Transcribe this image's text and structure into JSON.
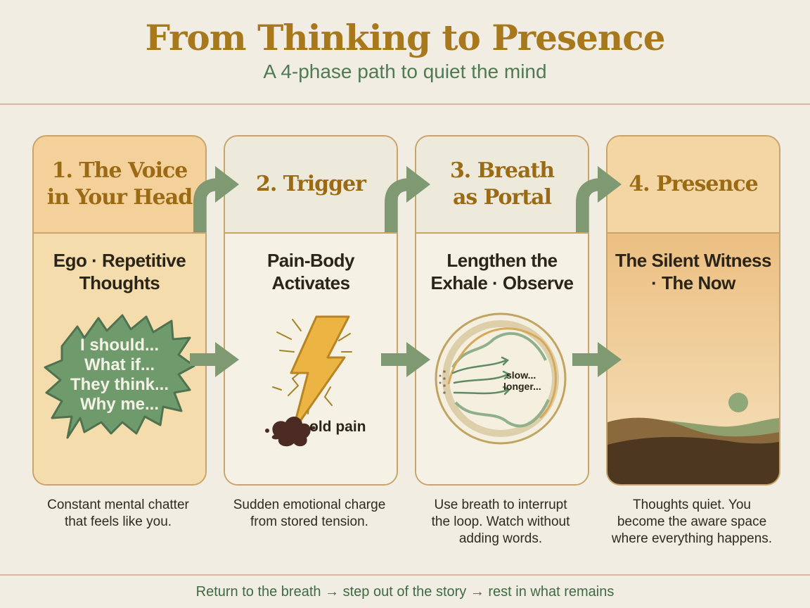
{
  "header": {
    "title": "From Thinking to Presence",
    "subtitle": "A 4-phase path to quiet the mind"
  },
  "phases": [
    {
      "title": "1. The Voice\nin Your Head",
      "subhead": "Ego · Repetitive\nThoughts",
      "bubble_lines": [
        "I should...",
        "What if...",
        "They think...",
        "Why me..."
      ],
      "caption": "Constant mental chatter\nthat feels like you."
    },
    {
      "title": "2. Trigger",
      "subhead": "Pain-Body\nActivates",
      "illustration_label": "old pain",
      "caption": "Sudden emotional charge\nfrom stored tension."
    },
    {
      "title": "3. Breath\nas Portal",
      "subhead": "Lengthen the\nExhale · Observe",
      "illustration_labels": [
        "slow...",
        "longer..."
      ],
      "caption": "Use breath to interrupt\nthe loop. Watch without\nadding words."
    },
    {
      "title": "4. Presence",
      "subhead": "The Silent Witness\n· The Now",
      "caption": "Thoughts quiet. You\nbecome the aware space\nwhere everything happens."
    }
  ],
  "footer": {
    "text": "Return to the breath → step out of the story → rest in what remains"
  },
  "colors": {
    "background": "#f1ede3",
    "title": "#a8781c",
    "accent_green": "#7a9a6e",
    "card_border": "#c9a46a",
    "phase1_fill": "#f2d5a0",
    "phase4_fill": "#eec58a",
    "earth_dark": "#4e3720"
  }
}
